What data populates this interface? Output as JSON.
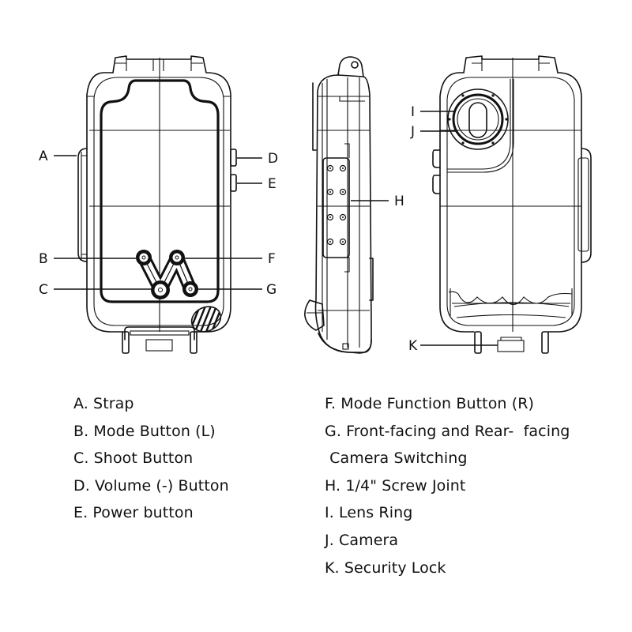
{
  "diagram": {
    "title": "Waterproof phone housing parts diagram",
    "views": [
      "front-view",
      "side-view",
      "back-view"
    ],
    "callouts": {
      "A": "A",
      "B": "B",
      "C": "C",
      "D": "D",
      "E": "E",
      "F": "F",
      "G": "G",
      "H": "H",
      "I": "I",
      "J": "J",
      "K": "K"
    }
  },
  "legend": {
    "left": [
      {
        "key": "A",
        "text": "A. Strap"
      },
      {
        "key": "B",
        "text": "B. Mode Button (L)"
      },
      {
        "key": "C",
        "text": "C. Shoot Button"
      },
      {
        "key": "D",
        "text": "D. Volume (-) Button"
      },
      {
        "key": "E",
        "text": "E. Power button"
      }
    ],
    "right": [
      {
        "key": "F",
        "text": "F. Mode Function Button (R)"
      },
      {
        "key": "G",
        "text": "G. Front-facing and Rear-  facing"
      },
      {
        "key": "G-cont",
        "text": " Camera Switching"
      },
      {
        "key": "H",
        "text": "H. 1/4\" Screw Joint"
      },
      {
        "key": "I",
        "text": "I. Lens Ring"
      },
      {
        "key": "J",
        "text": "J. Camera"
      },
      {
        "key": "K",
        "text": "K. Security Lock"
      }
    ]
  }
}
